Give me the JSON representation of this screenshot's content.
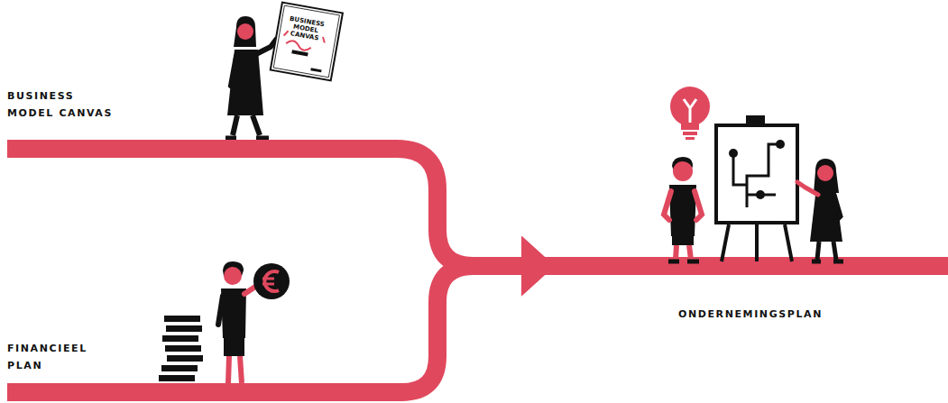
{
  "diagram": {
    "nodes": [
      {
        "text": [
          "BUSINESS MODEL CANVAS"
        ]
      },
      {
        "text": [
          "FINANCIEEL PLAN"
        ]
      },
      {
        "text": [
          "ONDERNEMINGSPLAN"
        ]
      }
    ],
    "edges": [
      {
        "from": 0,
        "to": 2,
        "arrow": "to"
      },
      {
        "from": 1,
        "to": 2,
        "arrow": "to"
      }
    ],
    "labels": [
      "BUSINESS MODEL CANVAS"
    ]
  }
}
